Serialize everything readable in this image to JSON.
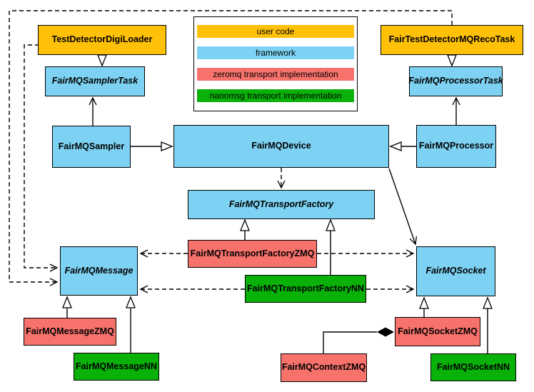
{
  "legend": {
    "items": [
      {
        "label": "user code",
        "color": "#FFC107"
      },
      {
        "label": "framework",
        "color": "#7DD2F3"
      },
      {
        "label": "zeromq transport implementation",
        "color": "#F8726C"
      },
      {
        "label": "nanomsg transport implementation",
        "color": "#09B109"
      }
    ]
  },
  "nodes": {
    "testDetectorDigiLoader": {
      "label": "TestDetectorDigiLoader",
      "category": "user code",
      "italic": false
    },
    "fairTestDetectorMQRecoTask": {
      "label": "FairTestDetectorMQRecoTask",
      "category": "user code",
      "italic": false
    },
    "fairMQSamplerTask": {
      "label": "FairMQSamplerTask",
      "category": "framework",
      "italic": true
    },
    "fairMQProcessorTask": {
      "label": "FairMQProcessorTask",
      "category": "framework",
      "italic": true
    },
    "fairMQSampler": {
      "label": "FairMQSampler",
      "category": "framework",
      "italic": false
    },
    "fairMQDevice": {
      "label": "FairMQDevice",
      "category": "framework",
      "italic": false
    },
    "fairMQProcessor": {
      "label": "FairMQProcessor",
      "category": "framework",
      "italic": false
    },
    "fairMQTransportFactory": {
      "label": "FairMQTransportFactory",
      "category": "framework",
      "italic": true
    },
    "fairMQTransportFactoryZMQ": {
      "label": "FairMQTransportFactoryZMQ",
      "category": "zeromq transport implementation",
      "italic": false
    },
    "fairMQTransportFactoryNN": {
      "label": "FairMQTransportFactoryNN",
      "category": "nanomsg transport implementation",
      "italic": false
    },
    "fairMQMessage": {
      "label": "FairMQMessage",
      "category": "framework",
      "italic": true
    },
    "fairMQSocket": {
      "label": "FairMQSocket",
      "category": "framework",
      "italic": true
    },
    "fairMQMessageZMQ": {
      "label": "FairMQMessageZMQ",
      "category": "zeromq transport implementation",
      "italic": false
    },
    "fairMQMessageNN": {
      "label": "FairMQMessageNN",
      "category": "nanomsg transport implementation",
      "italic": false
    },
    "fairMQSocketZMQ": {
      "label": "FairMQSocketZMQ",
      "category": "zeromq transport implementation",
      "italic": false
    },
    "fairMQSocketNN": {
      "label": "FairMQSocketNN",
      "category": "nanomsg transport implementation",
      "italic": false
    },
    "fairMQContextZMQ": {
      "label": "FairMQContextZMQ",
      "category": "zeromq transport implementation",
      "italic": false
    }
  },
  "edges": [
    {
      "from": "TestDetectorDigiLoader",
      "to": "FairMQSamplerTask",
      "type": "inheritance"
    },
    {
      "from": "FairTestDetectorMQRecoTask",
      "to": "FairMQProcessorTask",
      "type": "inheritance"
    },
    {
      "from": "FairMQSampler",
      "to": "FairMQDevice",
      "type": "inheritance"
    },
    {
      "from": "FairMQProcessor",
      "to": "FairMQDevice",
      "type": "inheritance"
    },
    {
      "from": "FairMQSampler",
      "to": "FairMQSamplerTask",
      "type": "association"
    },
    {
      "from": "FairMQProcessor",
      "to": "FairMQProcessorTask",
      "type": "association"
    },
    {
      "from": "FairMQDevice",
      "to": "FairMQTransportFactory",
      "type": "dependency"
    },
    {
      "from": "FairMQDevice",
      "to": "FairMQSocket",
      "type": "association"
    },
    {
      "from": "FairMQTransportFactoryZMQ",
      "to": "FairMQTransportFactory",
      "type": "inheritance"
    },
    {
      "from": "FairMQTransportFactoryNN",
      "to": "FairMQTransportFactory",
      "type": "inheritance"
    },
    {
      "from": "FairMQTransportFactoryZMQ",
      "to": "FairMQMessage",
      "type": "dependency"
    },
    {
      "from": "FairMQTransportFactoryZMQ",
      "to": "FairMQSocket",
      "type": "dependency"
    },
    {
      "from": "FairMQTransportFactoryNN",
      "to": "FairMQMessage",
      "type": "dependency"
    },
    {
      "from": "FairMQTransportFactoryNN",
      "to": "FairMQSocket",
      "type": "dependency"
    },
    {
      "from": "TestDetectorDigiLoader",
      "to": "FairMQMessage",
      "type": "dependency"
    },
    {
      "from": "FairTestDetectorMQRecoTask",
      "to": "FairMQMessage",
      "type": "dependency"
    },
    {
      "from": "FairMQMessageZMQ",
      "to": "FairMQMessage",
      "type": "inheritance"
    },
    {
      "from": "FairMQMessageNN",
      "to": "FairMQMessage",
      "type": "inheritance"
    },
    {
      "from": "FairMQSocketZMQ",
      "to": "FairMQSocket",
      "type": "inheritance"
    },
    {
      "from": "FairMQSocketNN",
      "to": "FairMQSocket",
      "type": "inheritance"
    },
    {
      "from": "FairMQContextZMQ",
      "to": "FairMQSocketZMQ",
      "type": "composition"
    }
  ]
}
